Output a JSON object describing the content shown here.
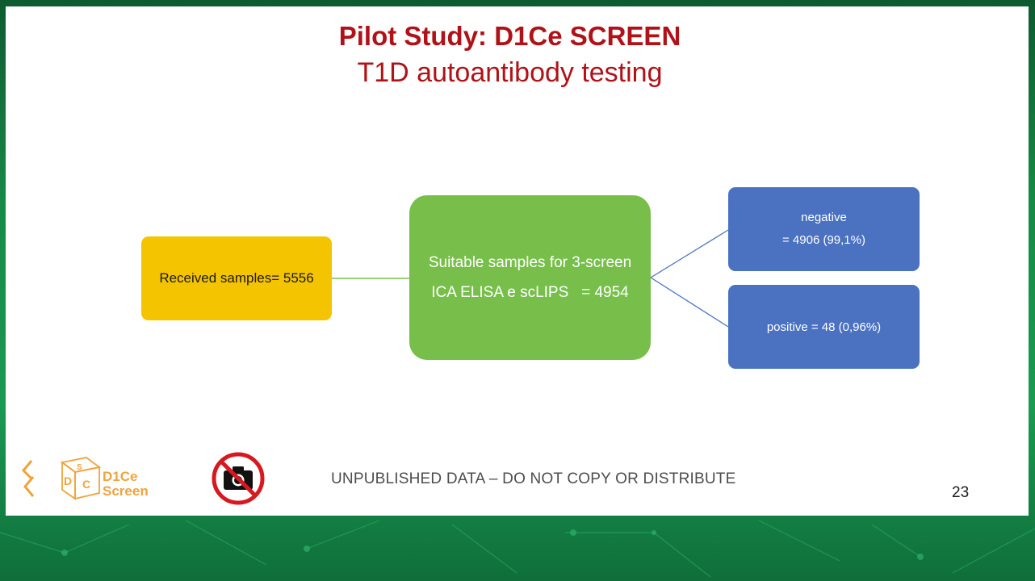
{
  "slide": {
    "title": "Pilot Study: D1Ce SCREEN",
    "subtitle": "T1D autoantibody testing"
  },
  "flow": {
    "received": {
      "label": "Received samples= 5556",
      "color": "#f5c400"
    },
    "suitable": {
      "line1": "Suitable samples for 3-screen",
      "line2": "ICA ELISA e scLIPS   = 4954",
      "color": "#77bf4a"
    },
    "negative": {
      "line1": "negative",
      "line2": "= 4906 (99,1%)",
      "color": "#4a72c0"
    },
    "positive": {
      "label": "positive = 48 (0,96%)",
      "color": "#4a72c0"
    }
  },
  "footer": {
    "logo_text_1": "D1Ce",
    "logo_text_2": "Screen",
    "logo_cube_letters": [
      "S",
      "D",
      "C"
    ],
    "no_photo_icon": "no-camera-icon",
    "notice": "UNPUBLISHED DATA – DO NOT COPY OR DISTRIBUTE",
    "page_number": "23"
  },
  "colors": {
    "title": "#b01217",
    "background_green": "#168a47",
    "logo_orange": "#f0a33a"
  }
}
